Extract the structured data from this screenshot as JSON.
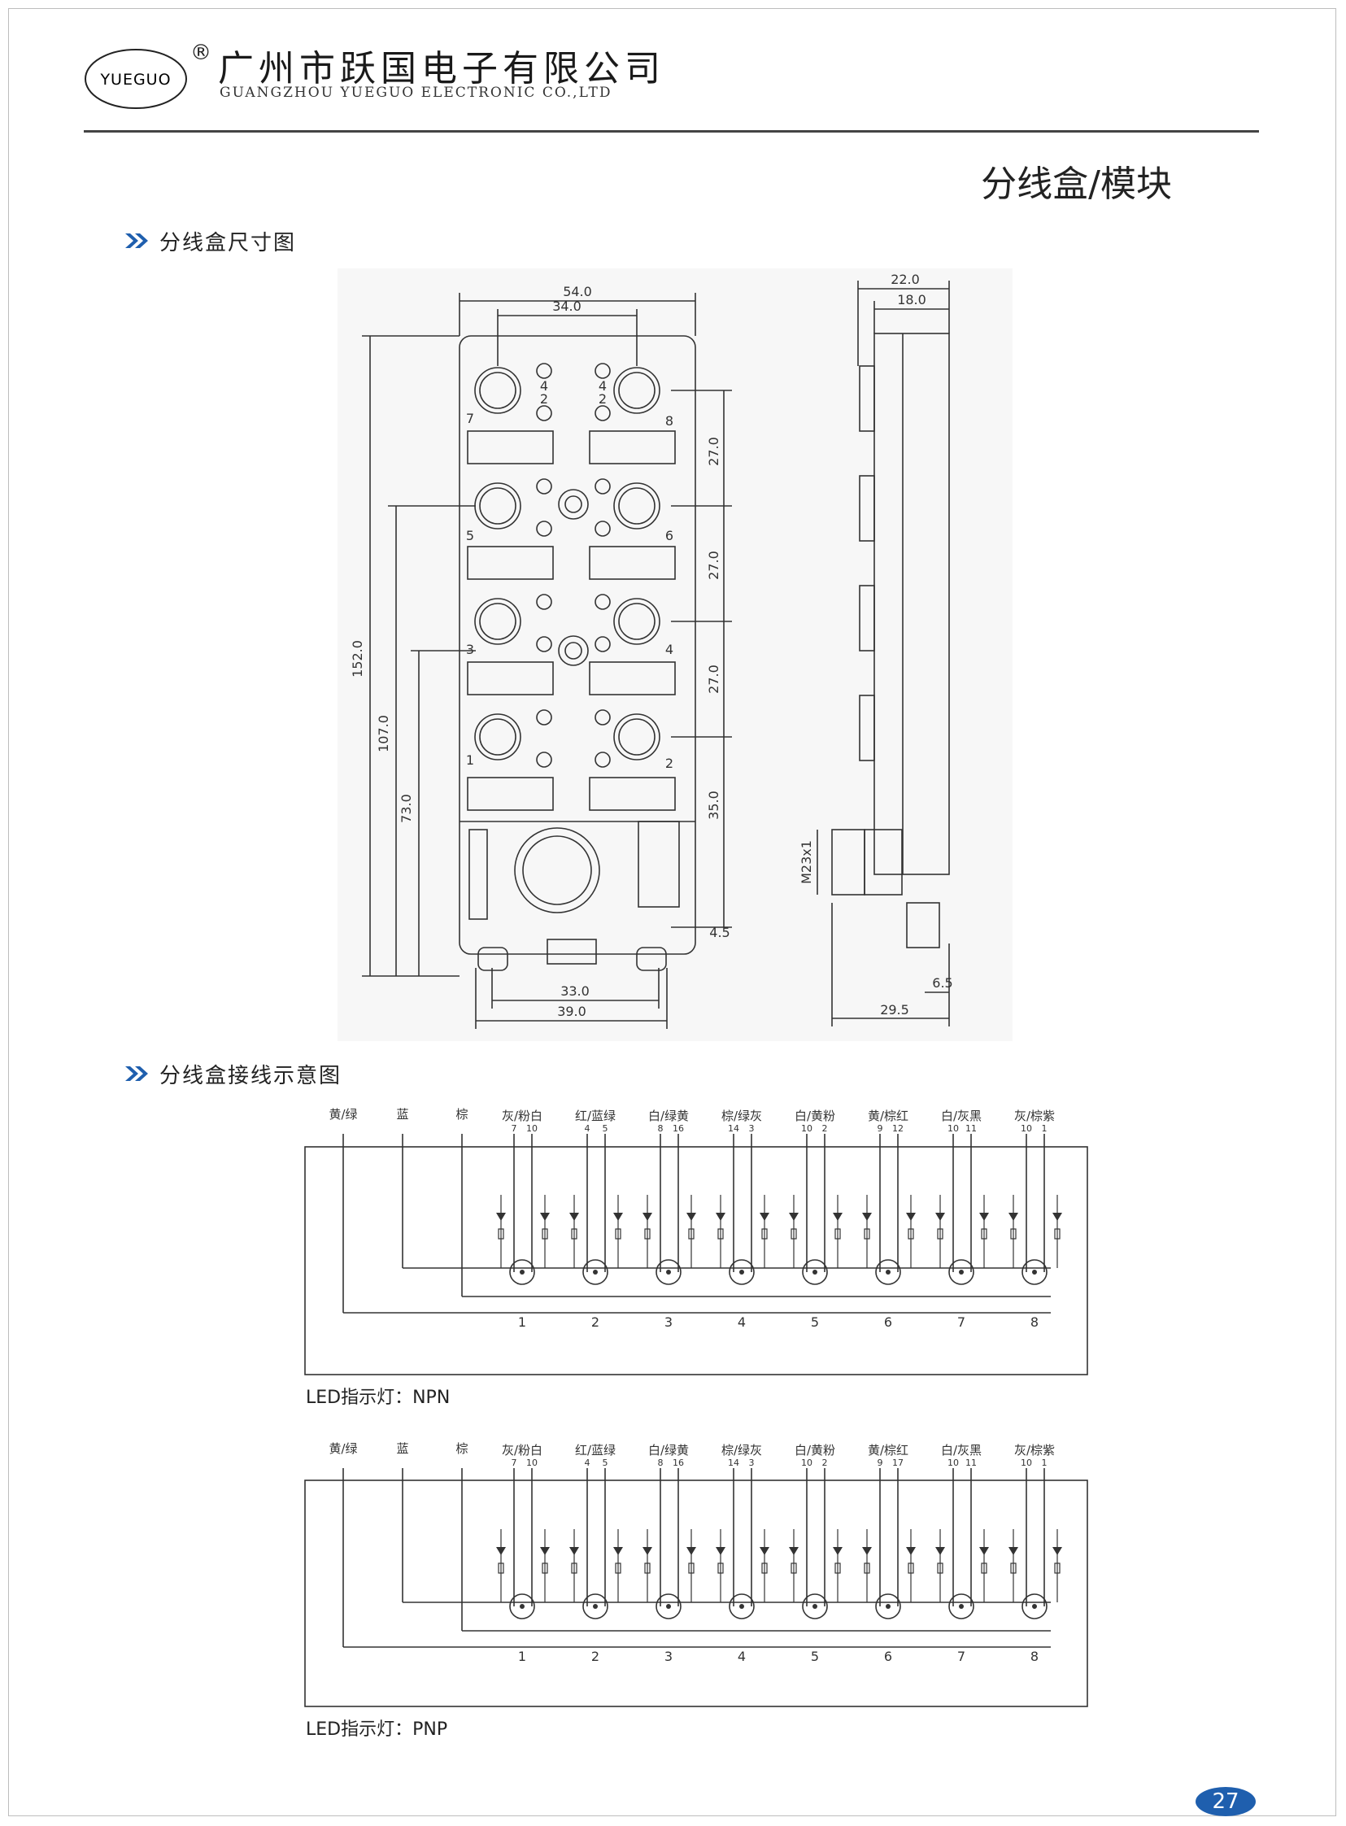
{
  "header": {
    "logo_text": "YUEGUO",
    "registered_mark": "®",
    "company_cn": "广州市跃国电子有限公司",
    "company_en": "GUANGZHOU YUEGUO ELECTRONIC CO.,LTD"
  },
  "page_title": "分线盒/模块",
  "sections": {
    "dimensions": "分线盒尺寸图",
    "wiring": "分线盒接线示意图"
  },
  "dimension_drawing": {
    "front": {
      "width_labels": [
        "54.0",
        "34.0",
        "33.0",
        "39.0"
      ],
      "height_labels": [
        "152.0",
        "107.0",
        "73.0"
      ],
      "pitch_labels": [
        "27.0",
        "27.0",
        "27.0",
        "35.0"
      ],
      "small_label": "4.5",
      "port_numbers": [
        "7",
        "8",
        "5",
        "6",
        "3",
        "4",
        "1",
        "2"
      ],
      "led_pin_labels": [
        "4",
        "2"
      ]
    },
    "side": {
      "width_labels": [
        "22.0",
        "18.0"
      ],
      "thread_label": "M23x1",
      "bottom_labels": [
        "6.5",
        "29.5"
      ]
    }
  },
  "wiring": {
    "wire_colors": [
      "黄/绿",
      "蓝",
      "棕"
    ],
    "npn": {
      "channels": [
        {
          "colors": "灰/粉白",
          "pins": [
            "7",
            "10"
          ],
          "num": "1"
        },
        {
          "colors": "红/蓝绿",
          "pins": [
            "4",
            "5"
          ],
          "num": "2"
        },
        {
          "colors": "白/绿黄",
          "pins": [
            "8",
            "16"
          ],
          "num": "3"
        },
        {
          "colors": "棕/绿灰",
          "pins": [
            "14",
            "3"
          ],
          "num": "4"
        },
        {
          "colors": "白/黄粉",
          "pins": [
            "10",
            "2"
          ],
          "num": "5"
        },
        {
          "colors": "黄/棕红",
          "pins": [
            "9",
            "12"
          ],
          "num": "6"
        },
        {
          "colors": "白/灰黑",
          "pins": [
            "10",
            "11"
          ],
          "num": "7"
        },
        {
          "colors": "灰/棕紫",
          "pins": [
            "10",
            "1"
          ],
          "num": "8"
        }
      ],
      "label": "LED指示灯：NPN"
    },
    "pnp": {
      "channels": [
        {
          "colors": "灰/粉白",
          "pins": [
            "7",
            "10"
          ],
          "num": "1"
        },
        {
          "colors": "红/蓝绿",
          "pins": [
            "4",
            "5"
          ],
          "num": "2"
        },
        {
          "colors": "白/绿黄",
          "pins": [
            "8",
            "16"
          ],
          "num": "3"
        },
        {
          "colors": "棕/绿灰",
          "pins": [
            "14",
            "3"
          ],
          "num": "4"
        },
        {
          "colors": "白/黄粉",
          "pins": [
            "10",
            "2"
          ],
          "num": "5"
        },
        {
          "colors": "黄/棕红",
          "pins": [
            "9",
            "17"
          ],
          "num": "6"
        },
        {
          "colors": "白/灰黑",
          "pins": [
            "10",
            "11"
          ],
          "num": "7"
        },
        {
          "colors": "灰/棕紫",
          "pins": [
            "10",
            "1"
          ],
          "num": "8"
        }
      ],
      "label": "LED指示灯：PNP"
    }
  },
  "page_number": "27",
  "colors": {
    "accent": "#1f5fae",
    "line": "#333333"
  }
}
